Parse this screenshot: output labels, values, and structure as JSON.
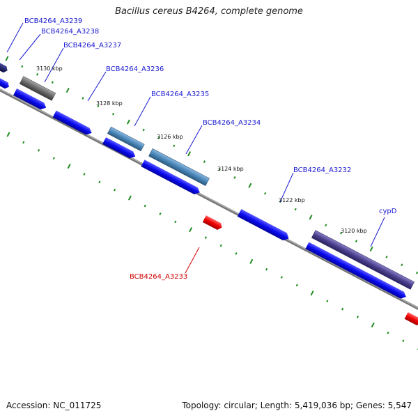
{
  "title": "Bacillus cereus B4264, complete genome",
  "footer": {
    "accession": "Accession: NC_011725",
    "summary": "Topology: circular; Length: 5,419,036 bp; Genes: 5,547"
  },
  "colors": {
    "backbone": "#888888",
    "tick": "#1e8c1e",
    "gene_blue": "#0a0af0",
    "gene_red": "#f00000",
    "gene_gray": "#6a6a6a",
    "gene_steel": "#4a86b8",
    "gene_purple": "#4a3f8c",
    "gene_navy": "#10104a"
  },
  "scale_labels": [
    "3130 kbp",
    "3128 kbp",
    "3126 kbp",
    "3124 kbp",
    "3122 kbp",
    "3120 kbp"
  ],
  "gene_labels": [
    {
      "text": "BCB4264_A3239",
      "color": "blue"
    },
    {
      "text": "BCB4264_A3238",
      "color": "blue"
    },
    {
      "text": "BCB4264_A3237",
      "color": "blue"
    },
    {
      "text": "BCB4264_A3236",
      "color": "blue"
    },
    {
      "text": "BCB4264_A3235",
      "color": "blue"
    },
    {
      "text": "BCB4264_A3234",
      "color": "blue"
    },
    {
      "text": "BCB4264_A3232",
      "color": "blue"
    },
    {
      "text": "cypD",
      "color": "blue"
    },
    {
      "text": "BCB4264_A3233",
      "color": "red"
    }
  ]
}
